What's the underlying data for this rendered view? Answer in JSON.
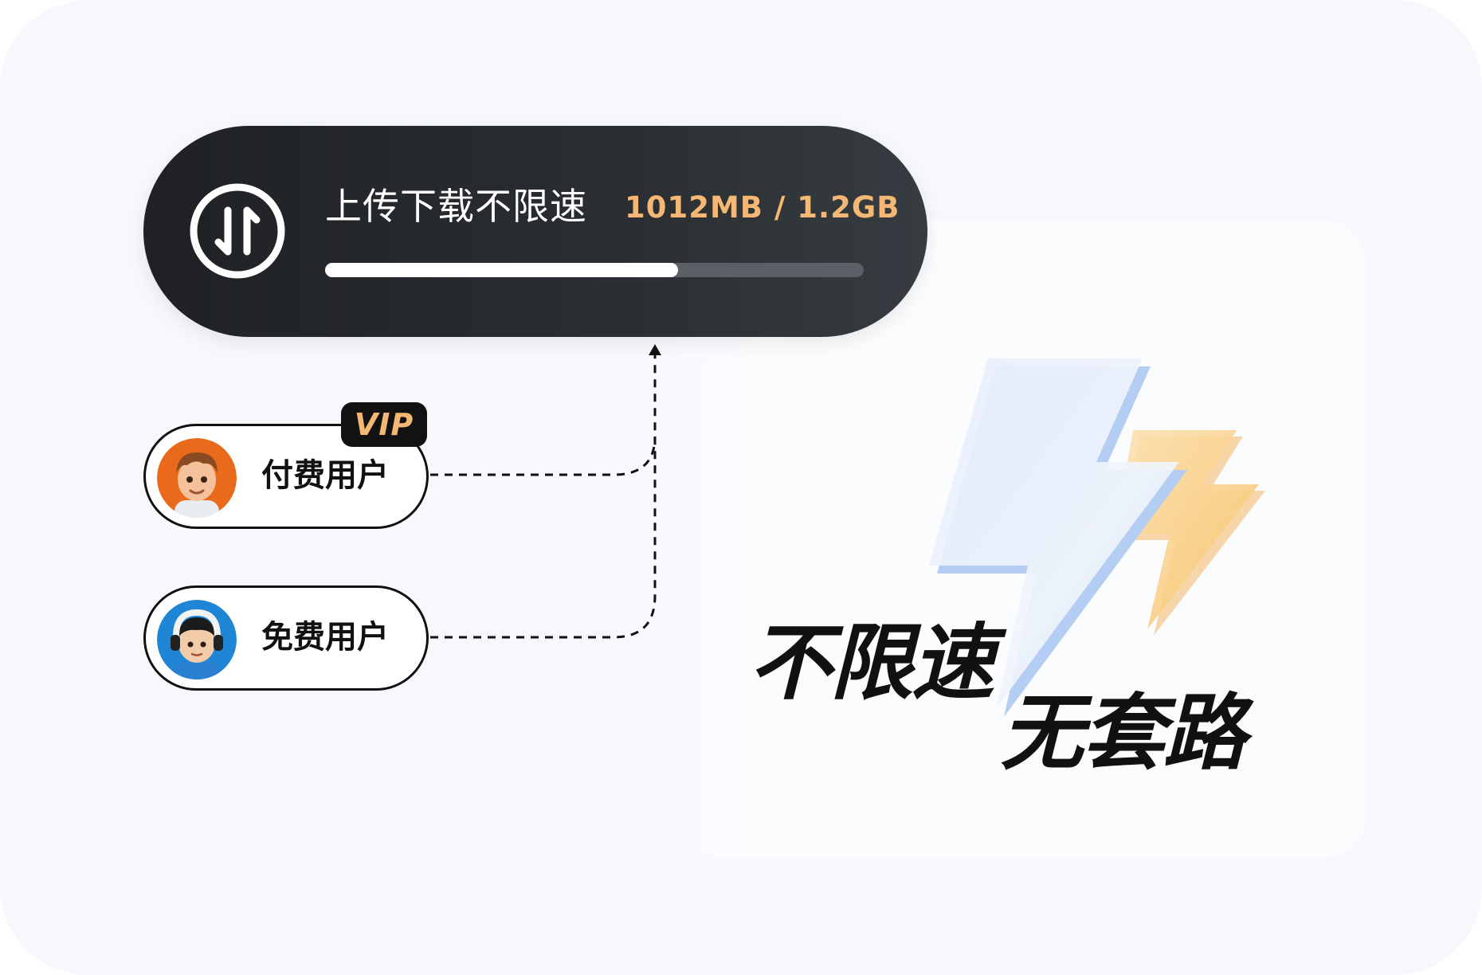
{
  "speed_card": {
    "title": "上传下载不限速",
    "value": "1012MB / 1.2GB",
    "progress": 0.655,
    "icon": "transfer-updown-icon"
  },
  "users": {
    "paid": {
      "label": "付费用户",
      "badge": "VIP",
      "avatar": "avatar-cartoon-boy-orange"
    },
    "free": {
      "label": "免费用户",
      "avatar": "avatar-cartoon-boy-headphones-blue"
    }
  },
  "slogan": {
    "line1": "不限速",
    "line2": "无套路"
  },
  "colors": {
    "accent": "#f5b874",
    "pill_dark": "#25282c",
    "bolt_blue": "#b9d0f5",
    "bolt_orange": "#f7c774"
  }
}
